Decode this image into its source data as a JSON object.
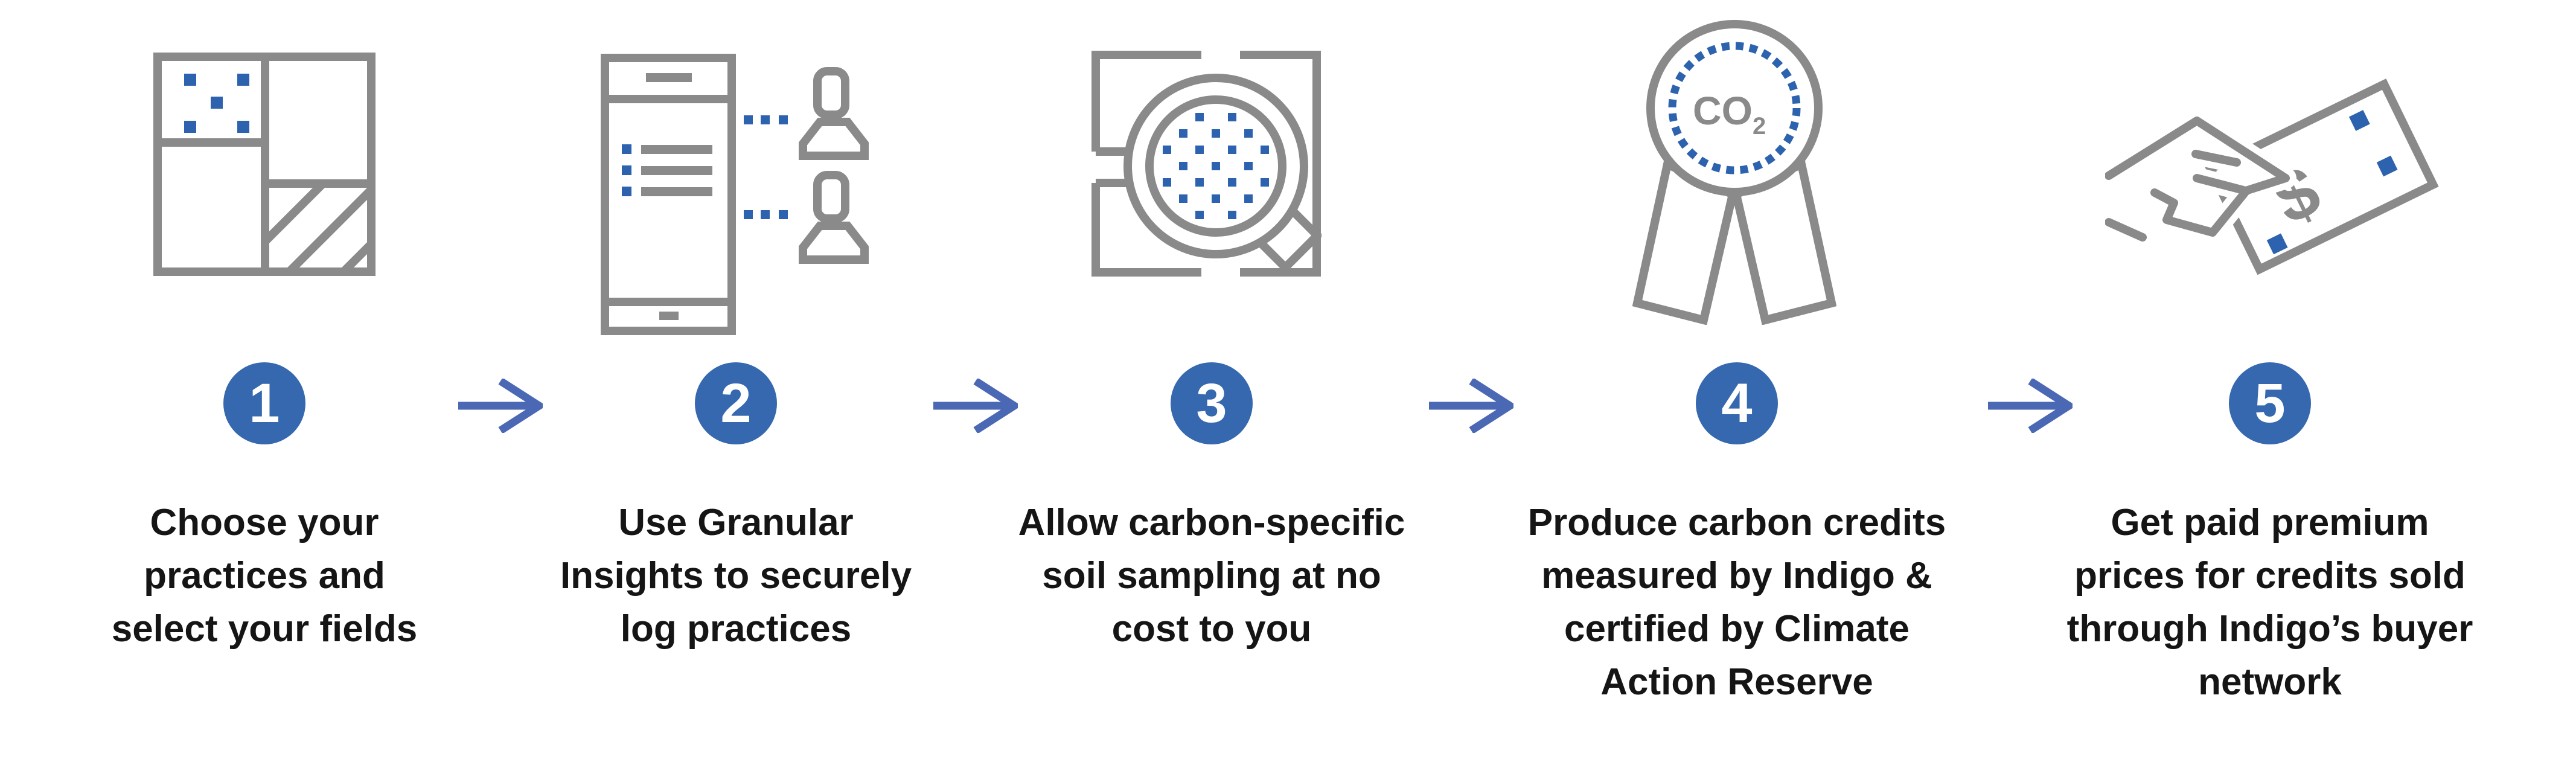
{
  "steps": [
    {
      "number": "1",
      "icon": "field-map-icon",
      "lines": [
        "Choose your",
        "practices and",
        "select your fields"
      ]
    },
    {
      "number": "2",
      "icon": "phone-sync-icon",
      "lines": [
        "Use Granular",
        "Insights to securely",
        "log practices"
      ]
    },
    {
      "number": "3",
      "icon": "soil-sampling-magnifier-icon",
      "lines": [
        "Allow carbon-specific",
        "soil sampling at no",
        "cost to you"
      ]
    },
    {
      "number": "4",
      "icon": "co2-ribbon-icon",
      "badge_text": "CO",
      "badge_sub": "2",
      "lines": [
        "Produce carbon credits",
        "measured by Indigo &",
        "certified by Climate",
        "Action Reserve"
      ]
    },
    {
      "number": "5",
      "icon": "payment-icon",
      "currency_symbol": "$",
      "lines": [
        "Get paid premium",
        "prices for credits sold",
        "through Indigo’s buyer",
        "network"
      ]
    }
  ],
  "colors": {
    "icon_gray": "#8a8a8a",
    "icon_blue": "#2d63ae",
    "step_circle_blue": "#3568af",
    "arrow_blue": "#4a68b3",
    "text": "#151515",
    "background": "#ffffff"
  }
}
